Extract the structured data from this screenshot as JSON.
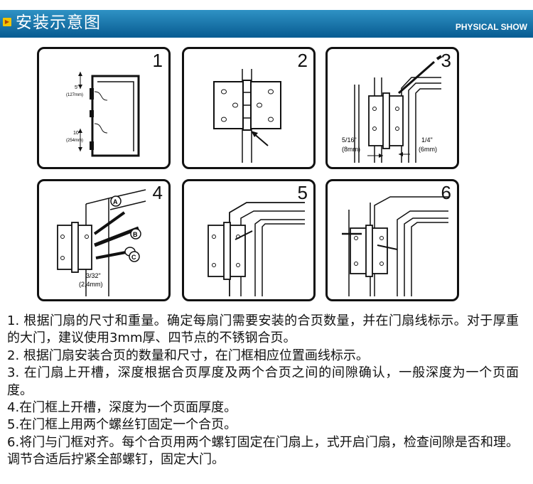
{
  "header": {
    "icon": "play-icon",
    "title": "安装示意图",
    "subtitle": "PHYSICAL SHOW",
    "colors": {
      "bar_top": "#2f92c4",
      "bar_bottom": "#0a5f95",
      "square": "#f1c400"
    }
  },
  "panels": [
    {
      "number": "1",
      "labels": {
        "top_measure": "5'",
        "top_measure_mm": "(127mm)",
        "bottom_measure": "10'",
        "bottom_measure_mm": "(254mm)"
      }
    },
    {
      "number": "2",
      "labels": {}
    },
    {
      "number": "3",
      "labels": {
        "gap_left": "5/16\"",
        "gap_left_mm": "(8mm)",
        "gap_right": "1/4\"",
        "gap_right_mm": "(6mm)"
      }
    },
    {
      "number": "4",
      "labels": {
        "marker_a": "A",
        "marker_b": "B",
        "marker_c": "C",
        "drill": "3/32\"",
        "drill_mm": "(2,4mm)"
      }
    },
    {
      "number": "5",
      "labels": {}
    },
    {
      "number": "6",
      "labels": {}
    }
  ],
  "steps": [
    "1. 根据门扇的尺寸和重量。确定每扇门需要安装的合页数量，并在门扇线标示。对于厚重的大门，建议使用3mm厚、四节点的不锈钢合页。",
    "2. 根据门扇安装合页的数量和尺寸，在门框相应位置画线标示。",
    "3. 在门扇上开槽，深度根据合页厚度及两个合页之间的间隙确认，一般深度为一个页面度。",
    "4.在门框上开槽，深度为一个页面厚度。",
    "5.在门框上用两个螺丝钉固定一个合页。",
    "6.将门与门框对齐。每个合页用两个螺钉固定在门扇上，式开启门扇，检查间隙是否和理。调节合适后拧紧全部螺钉，固定大门。"
  ]
}
